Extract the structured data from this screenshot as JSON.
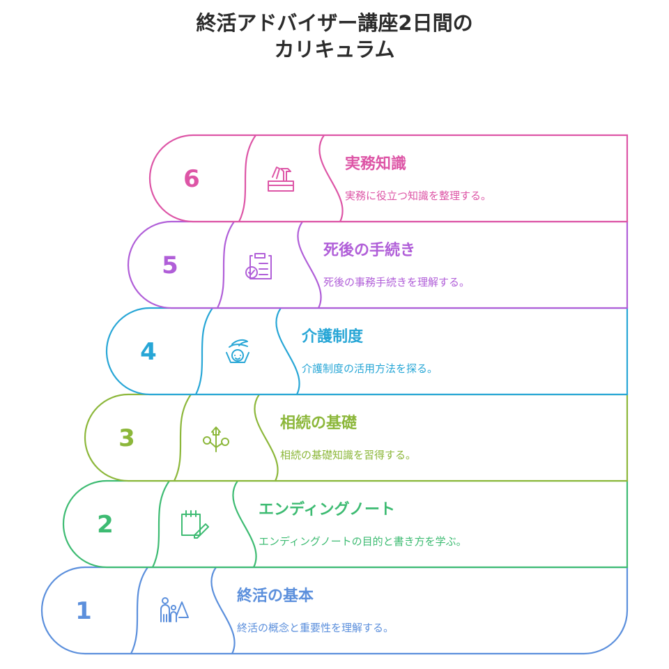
{
  "title": {
    "line1": "終活アドバイザー講座2日間の",
    "line2": "カリキュラム"
  },
  "steps": [
    {
      "number": "1",
      "title": "終活の基本",
      "description": "終活の概念と重要性を理解する。",
      "color": "#5b8fdc",
      "icon": "family-nature-icon"
    },
    {
      "number": "2",
      "title": "エンディングノート",
      "description": "エンディングノートの目的と書き方を学ぶ。",
      "color": "#3dbb72",
      "icon": "notebook-pen-icon"
    },
    {
      "number": "3",
      "title": "相続の基礎",
      "description": "相続の基礎知識を習得する。",
      "color": "#8cb73a",
      "icon": "growth-tree-icon"
    },
    {
      "number": "4",
      "title": "介護制度",
      "description": "介護制度の活用方法を探る。",
      "color": "#27a6d6",
      "icon": "care-hand-icon"
    },
    {
      "number": "5",
      "title": "死後の手続き",
      "description": "死後の事務手続きを理解する。",
      "color": "#b05ed8",
      "icon": "clipboard-check-icon"
    },
    {
      "number": "6",
      "title": "実務知識",
      "description": "実務に役立つ知識を整理する。",
      "color": "#dd55a6",
      "icon": "toolbox-icon"
    }
  ]
}
